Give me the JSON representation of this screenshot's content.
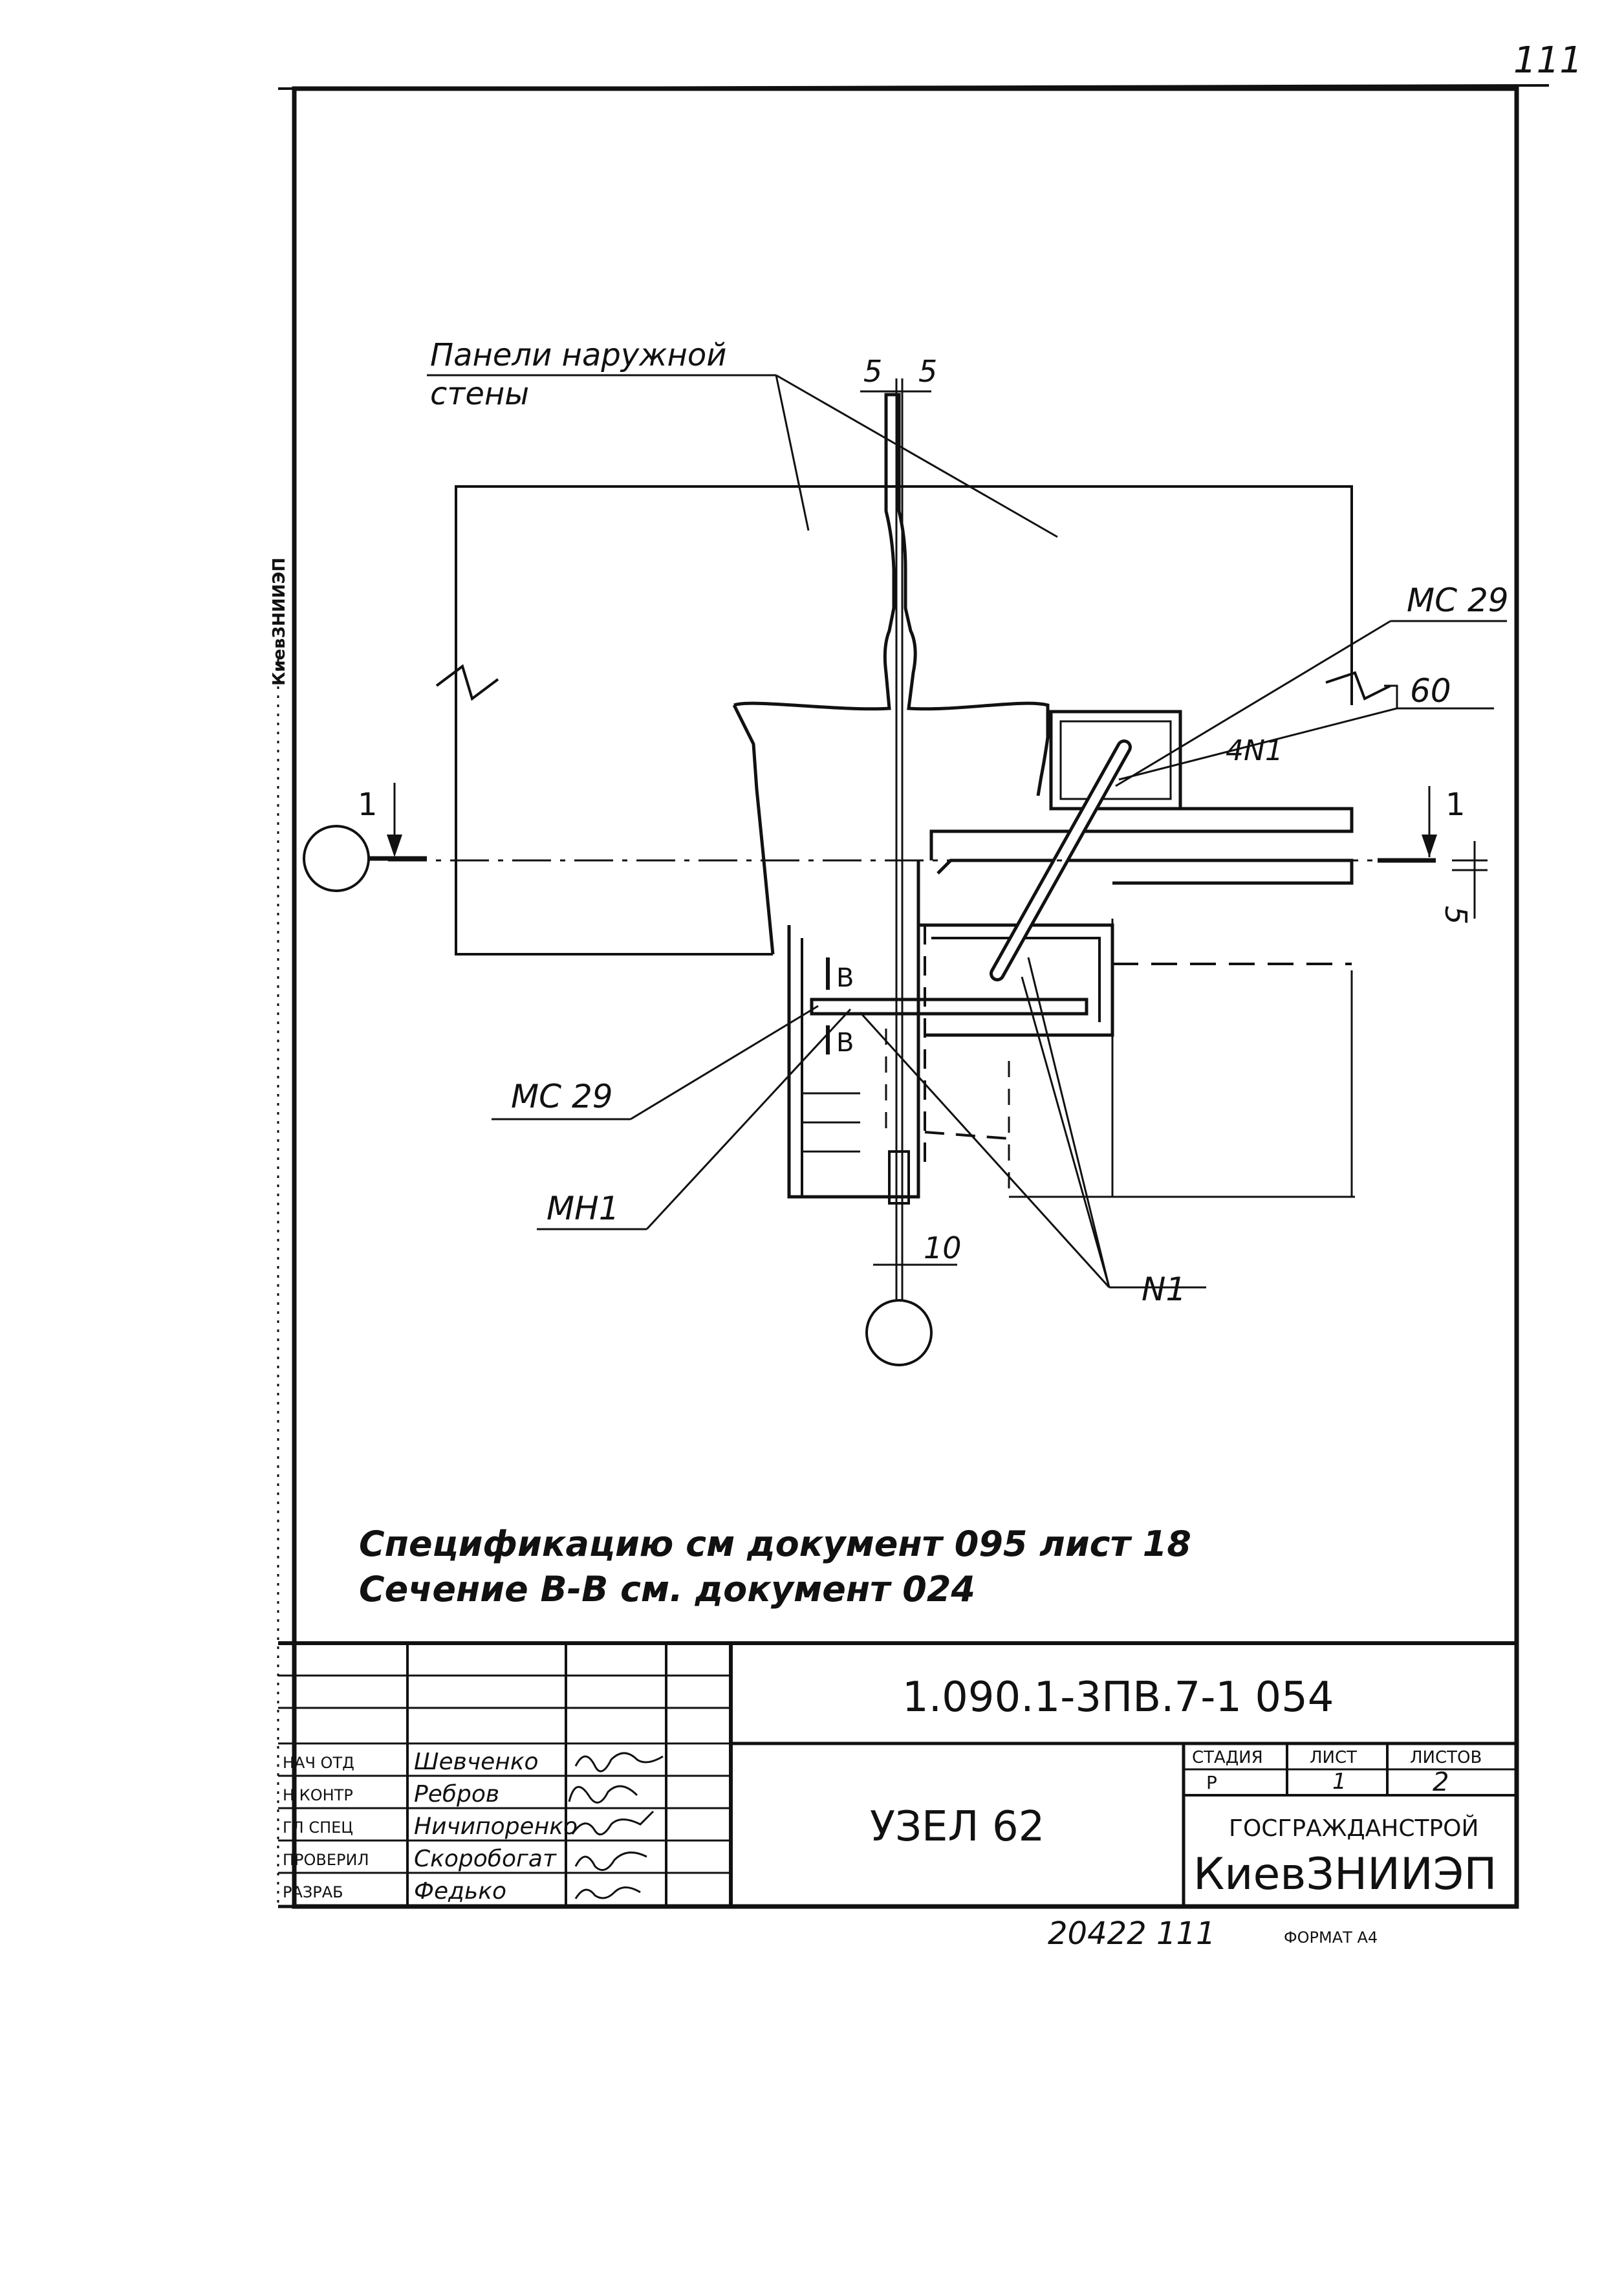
{
  "page_number": "111",
  "left_margin_stamp": "КиевЗНИИЭП",
  "drawing": {
    "labels": {
      "panels_line1": "Панели наружной",
      "panels_line2": "стены",
      "dim_5_left": "5",
      "dim_5_right": "5",
      "mc29_top": "МС 29",
      "dim_60": "60",
      "item_4n1": "4N1",
      "section_1_left": "1",
      "section_1_right": "1",
      "dim_5_side": "5",
      "section_b_top": "В",
      "section_b_bottom": "В",
      "mc29_bottom": "МС 29",
      "mn1": "МН1",
      "dim_10": "10",
      "n1": "N1"
    }
  },
  "notes": {
    "line1": "Спецификацию см документ 095 лист 18",
    "line2": "Сечение В-В см. документ 024"
  },
  "title_block": {
    "doc_code": "1.090.1-3ПВ.7-1  054",
    "title": "УЗЕЛ 62",
    "columns": {
      "stage": "СТАДИЯ",
      "sheet": "ЛИСТ",
      "sheets": "ЛИСТОВ"
    },
    "values": {
      "stage": "Р",
      "sheet": "1",
      "sheets": "2"
    },
    "org_line1": "ГОСГРАЖДАНСТРОЙ",
    "org_line2": "КиевЗНИИЭП",
    "signatures": [
      {
        "role": "НАЧ ОТД",
        "name": "Шевченко"
      },
      {
        "role": "Н КОНТР",
        "name": "Ребров"
      },
      {
        "role": "ГЛ СПЕЦ",
        "name": "Ничипоренко"
      },
      {
        "role": "ПРОВЕРИЛ",
        "name": "Скоробогат"
      },
      {
        "role": "РАЗРАБ",
        "name": "Федько"
      }
    ]
  },
  "footer": {
    "number": "20422   111",
    "format": "ФОРМАТ А4"
  }
}
